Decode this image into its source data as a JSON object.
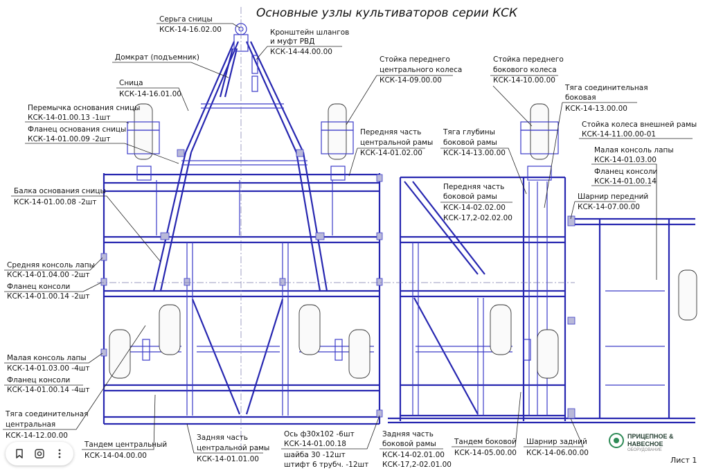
{
  "title": "Основные узлы культиваторов серии КСК",
  "sheet": "Лист 1",
  "logo": {
    "line1": "ПРИЦЕПНОЕ &",
    "line2": "НАВЕСНОЕ",
    "sub": "ОБОРУДОВАНИЕ"
  },
  "labels": [
    {
      "id": "serga",
      "lines": [
        "Серьга сницы",
        "КСК-14-16.02.00"
      ]
    },
    {
      "id": "kronshtein",
      "lines": [
        "Кронштейн шлангов",
        "и муфт РВД",
        "КСК-14-44.00.00"
      ]
    },
    {
      "id": "domkrat",
      "lines": [
        "Домкрат (подъемник)"
      ]
    },
    {
      "id": "snica",
      "lines": [
        "Сница",
        "КСК-14-16.01.00"
      ]
    },
    {
      "id": "peremychka",
      "lines": [
        "Перемычка основания сницы",
        "КСК-14-01.00.13 -1шт"
      ]
    },
    {
      "id": "flanec-osn",
      "lines": [
        "Фланец основания сницы",
        "КСК-14-01.00.09 -2шт"
      ]
    },
    {
      "id": "stoika-centr",
      "lines": [
        "Стойка переднего",
        "центрального колеса",
        "КСК-14-09.00.00"
      ]
    },
    {
      "id": "stoika-bok",
      "lines": [
        "Стойка переднего",
        "бокового колеса",
        "КСК-14-10.00.00"
      ]
    },
    {
      "id": "tyaga-soed-bok",
      "lines": [
        "Тяга соединительная",
        "боковая",
        "КСК-14-13.00.00"
      ]
    },
    {
      "id": "perednyaya-centr",
      "lines": [
        "Передняя часть",
        "центральной рамы",
        "КСК-14-01.02.00"
      ]
    },
    {
      "id": "tyaga-glub",
      "lines": [
        "Тяга глубины",
        "боковой рамы",
        "КСК-14-13.00.00"
      ]
    },
    {
      "id": "stoika-vnesh",
      "lines": [
        "Стойка колеса внешней рамы",
        "КСК-14-11.00.00-01"
      ]
    },
    {
      "id": "malaya-konsol-r",
      "lines": [
        "Малая консоль лапы",
        "КСК-14-01.03.00"
      ]
    },
    {
      "id": "flanec-konsoli-r",
      "lines": [
        "Фланец консоли",
        "КСК-14-01.00.14"
      ]
    },
    {
      "id": "balka",
      "lines": [
        "Балка основания сницы",
        "КСК-14-01.00.08 -2шт"
      ]
    },
    {
      "id": "perednyaya-bok",
      "lines": [
        "Передняя часть",
        "боковой рамы",
        "КСК-14-02.02.00",
        "КСК-17,2-02.02.00"
      ]
    },
    {
      "id": "sharnir-per",
      "lines": [
        "Шарнир передний",
        "КСК-14-07.00.00"
      ]
    },
    {
      "id": "srednyaya-konsol",
      "lines": [
        "Средняя консоль лапы",
        "КСК-14-01.04.00 -2шт"
      ]
    },
    {
      "id": "flanec-konsoli-l1",
      "lines": [
        "Фланец консоли",
        "КСК-14-01.00.14 -2шт"
      ]
    },
    {
      "id": "malaya-konsol-l",
      "lines": [
        "Малая консоль лапы",
        "КСК-14-01.03.00 -4шт"
      ]
    },
    {
      "id": "flanec-konsoli-l2",
      "lines": [
        "Фланец консоли",
        "КСК-14-01.00.14 -4шт"
      ]
    },
    {
      "id": "tyaga-soed-centr",
      "lines": [
        "Тяга соединительная",
        "центральная",
        "КСК-14-12.00.00"
      ]
    },
    {
      "id": "tandem-centr",
      "lines": [
        "Тандем центральный",
        "КСК-14-04.00.00"
      ]
    },
    {
      "id": "zadnyaya-centr",
      "lines": [
        "Задняя часть",
        "центральной рамы",
        "КСК-14-01.01.00"
      ]
    },
    {
      "id": "os",
      "lines": [
        "Ось ф30х102 -6шт",
        "КСК-14-01.00.18",
        "шайба 30 -12шт",
        "штифт 6 трубч. -12шт"
      ]
    },
    {
      "id": "zadnyaya-bok",
      "lines": [
        "Задняя часть",
        "боковой рамы",
        "КСК-14-02.01.00",
        "КСК-17,2-02.01.00"
      ]
    },
    {
      "id": "tandem-bok",
      "lines": [
        "Тандем боковой",
        "КСК-14-05.00.00"
      ]
    },
    {
      "id": "sharnir-zad",
      "lines": [
        "Шарнир задний",
        "КСК-14-06.00.00"
      ]
    }
  ],
  "toolbar": [
    {
      "id": "bookmark",
      "icon": "bookmark-icon"
    },
    {
      "id": "lens",
      "icon": "lens-icon"
    },
    {
      "id": "more",
      "icon": "more-vertical-icon"
    }
  ]
}
